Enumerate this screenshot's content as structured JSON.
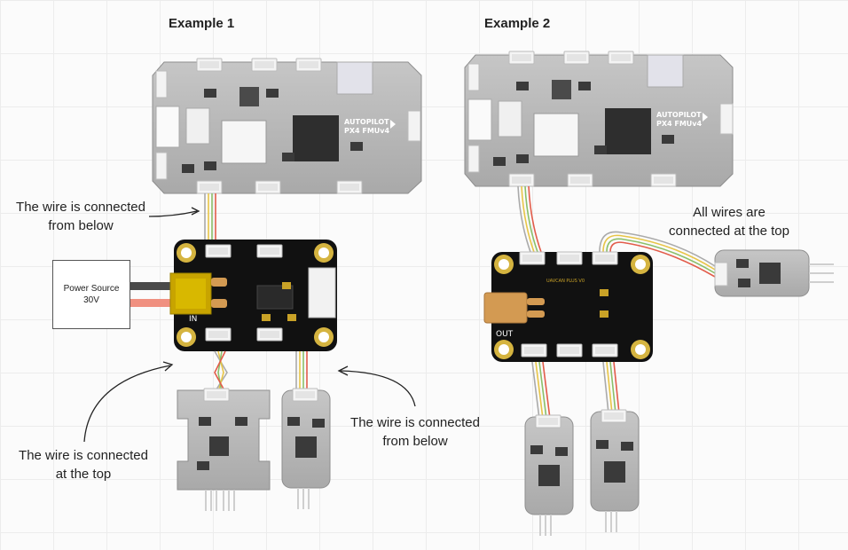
{
  "example1": {
    "heading": "Example 1",
    "fmu_brand": "AUTOPILOT",
    "fmu_model": "PX4 FMUv4",
    "label_top": "The wire is connected\nfrom below",
    "label_bottom_left": "The wire is connected\nat the top",
    "label_bottom_right": "The wire is connected\nfrom below",
    "power_source_title": "Power Source",
    "power_source_voltage": "30V",
    "pmu_silk": "IN"
  },
  "example2": {
    "heading": "Example 2",
    "fmu_brand": "AUTOPILOT",
    "fmu_model": "PX4 FMUv4",
    "label_right": "All wires are\nconnected at the top",
    "pmu_silk": "OUT",
    "pmu_board_text": "UAVCAN PLUS V0"
  },
  "colors": {
    "pcb": "#bdbdbd",
    "pcb_dark": "#171717",
    "pad_gold": "#c9a227",
    "connector": "#f3f3f3",
    "wire_red": "#e25c4a",
    "wire_yellow": "#e8c547",
    "wire_green": "#8bbf6a",
    "wire_grey": "#aaaaaa",
    "xt30_yellow": "#c8a400",
    "xt30_orange": "#d39a52"
  }
}
